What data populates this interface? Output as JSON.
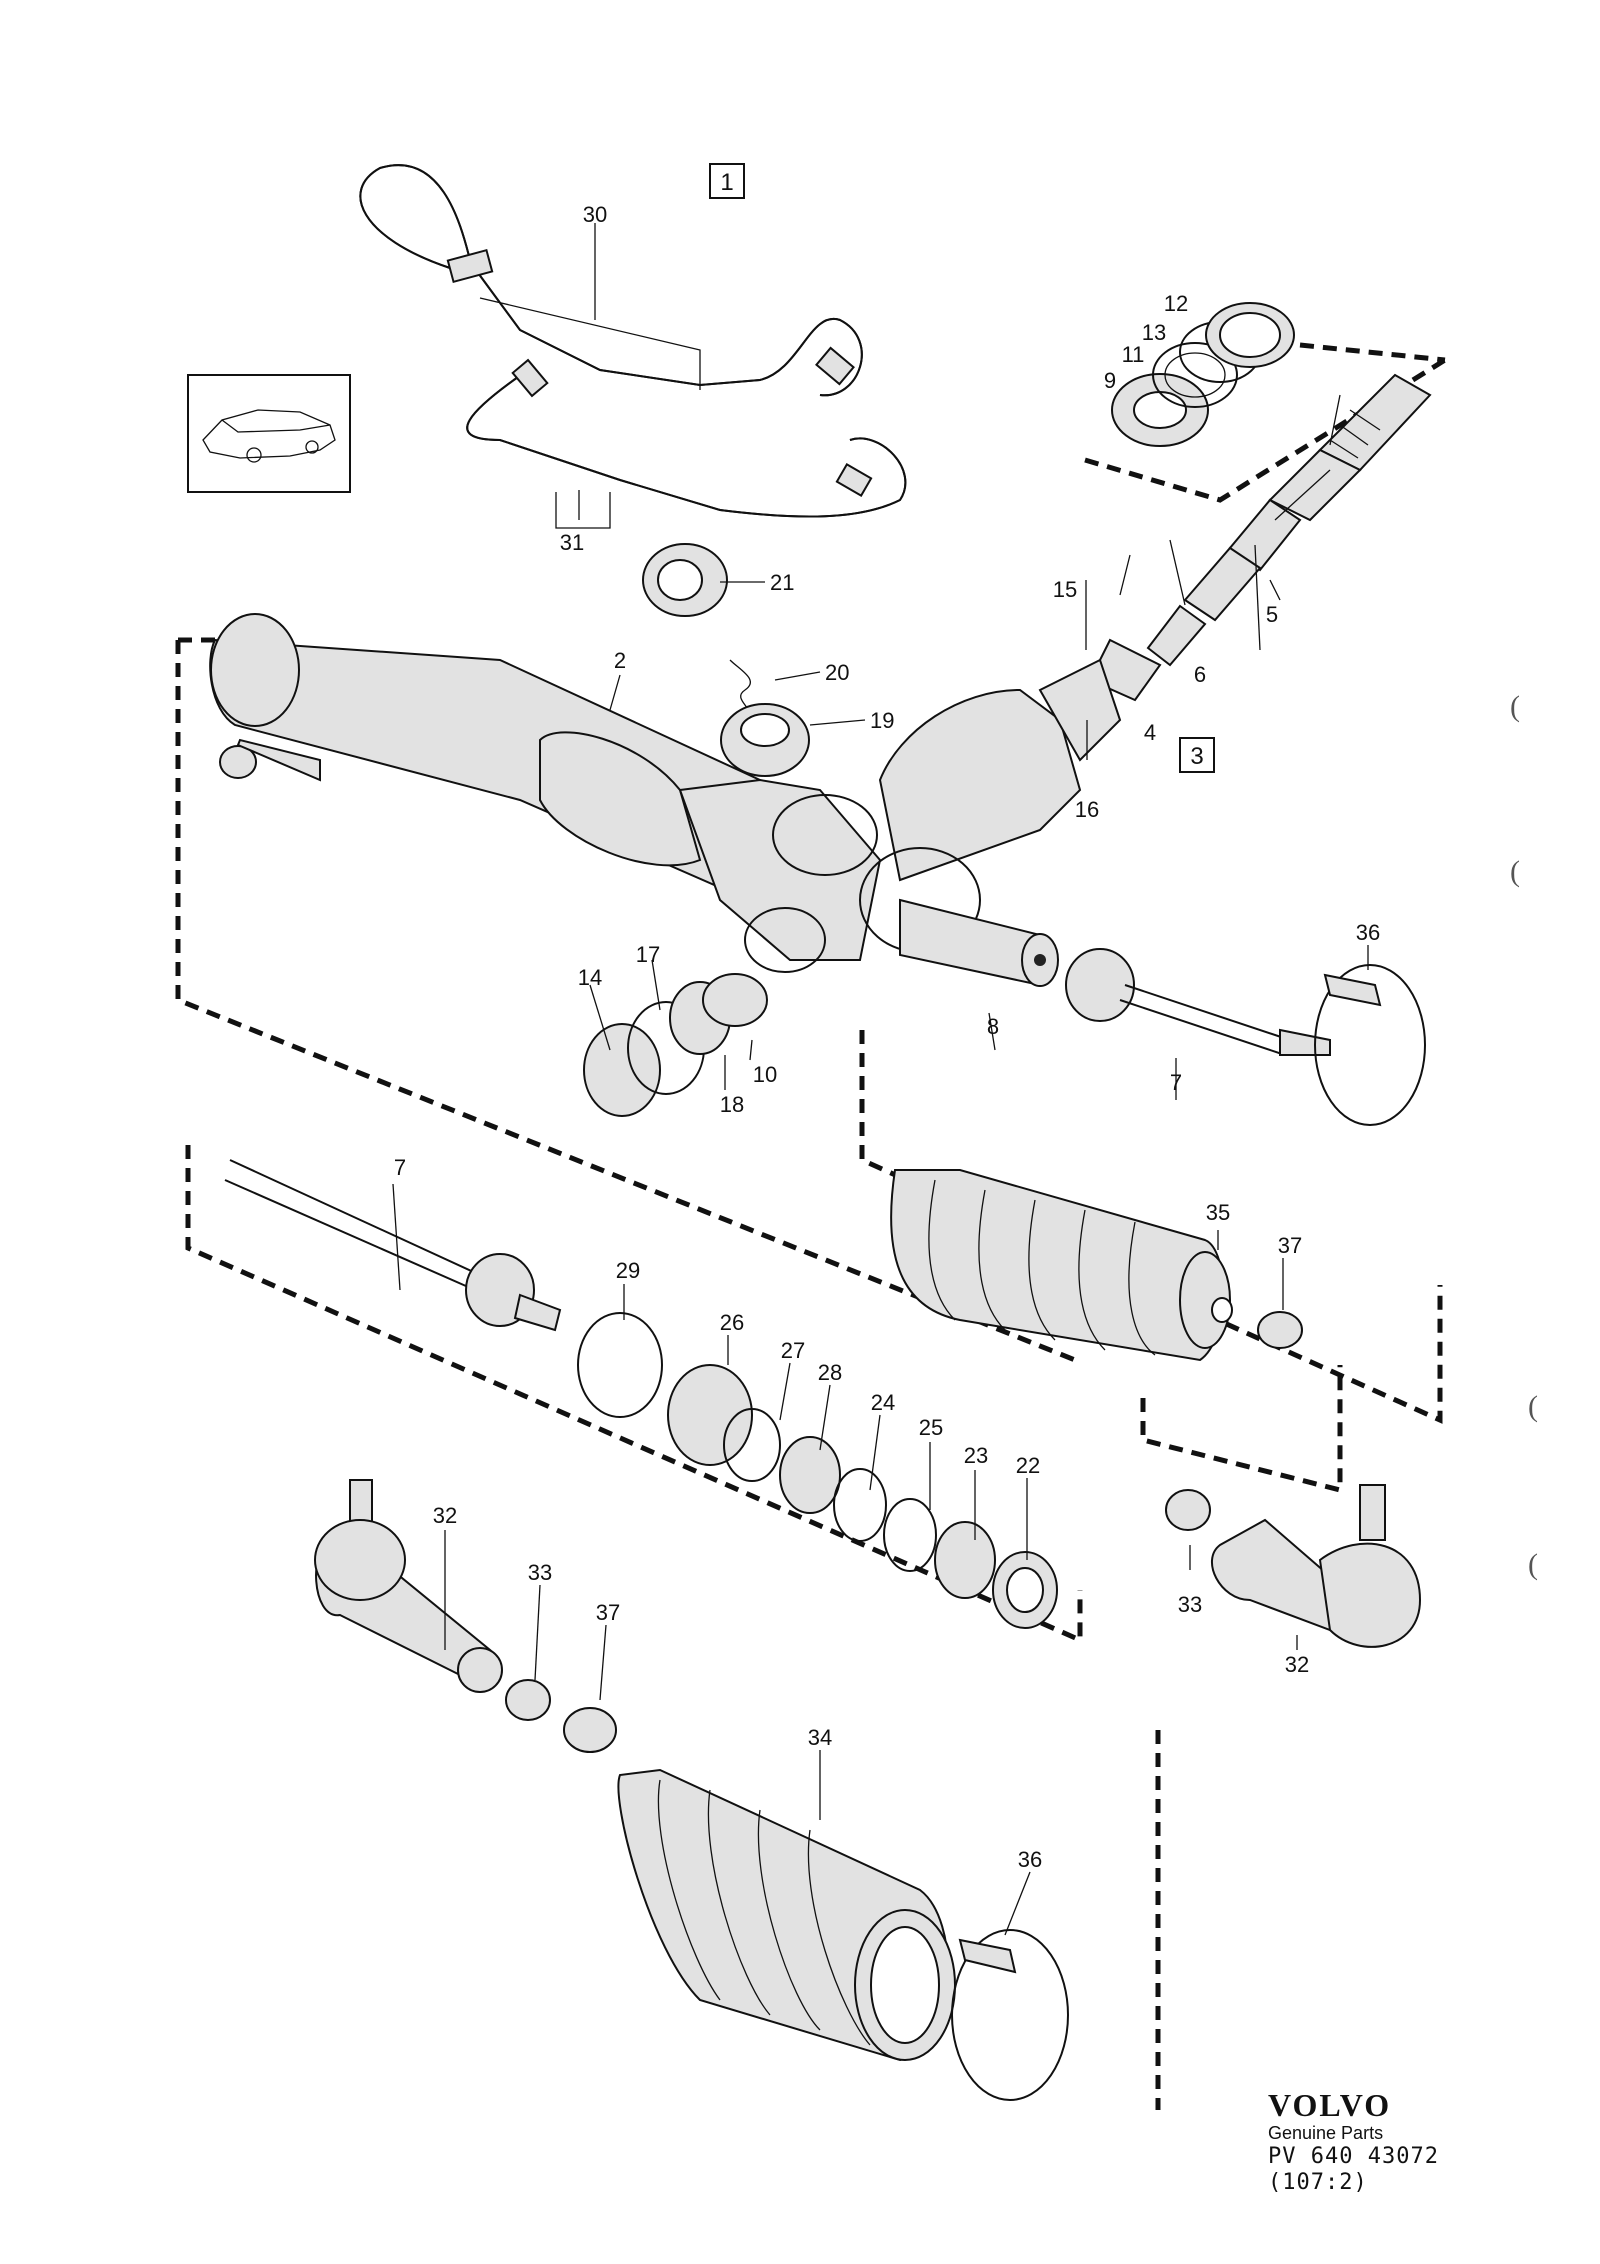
{
  "group_boxes": [
    "1",
    "3"
  ],
  "part_numbers": {
    "p2": "2",
    "p4": "4",
    "p5": "5",
    "p6": "6",
    "p7a": "7",
    "p7b": "7",
    "p8": "8",
    "p9": "9",
    "p10": "10",
    "p11": "11",
    "p12": "12",
    "p13": "13",
    "p14": "14",
    "p15": "15",
    "p16": "16",
    "p17": "17",
    "p18": "18",
    "p19": "19",
    "p20": "20",
    "p21": "21",
    "p22": "22",
    "p23": "23",
    "p24": "24",
    "p25": "25",
    "p26": "26",
    "p27": "27",
    "p28": "28",
    "p29": "29",
    "p30": "30",
    "p31": "31",
    "p32a": "32",
    "p32b": "32",
    "p33a": "33",
    "p33b": "33",
    "p34": "34",
    "p35": "35",
    "p36a": "36",
    "p36b": "36",
    "p37a": "37",
    "p37b": "37"
  },
  "footer": {
    "brand": "VOLVO",
    "subtitle": "Genuine Parts",
    "code": "PV 640 43072",
    "ref": "(107:2)"
  },
  "margin_marks": [
    "(",
    "(",
    "(",
    "("
  ],
  "icons": {
    "car_thumbnail": "car-icon",
    "steering_rack": "steering-rack-icon",
    "bellows": "rubber-bellows-icon",
    "tie_rod_end": "tie-rod-end-icon",
    "hose": "hydraulic-hose-icon"
  }
}
